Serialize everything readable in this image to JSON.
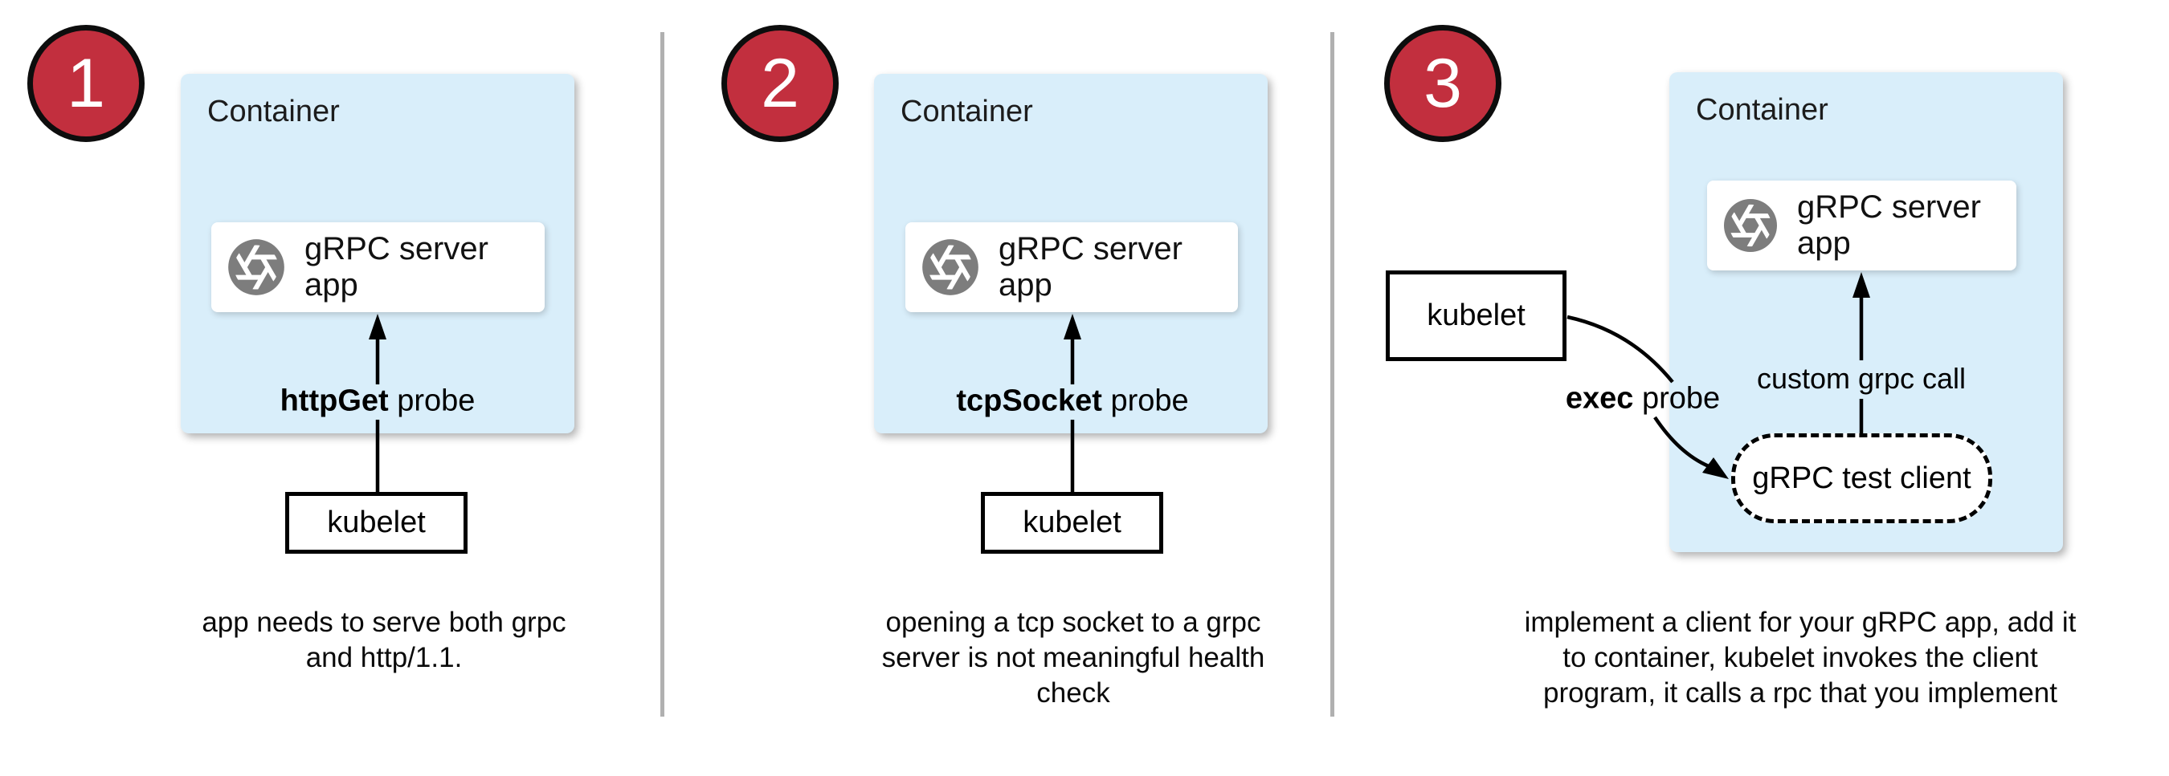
{
  "colors": {
    "container_fill": "#d9eefa",
    "circle_fill": "#c22f3e",
    "icon_gray": "#7d7d7d",
    "divider": "#b0b0b0"
  },
  "panels": [
    {
      "number": "1",
      "container_label": "Container",
      "app_label": "gRPC server app",
      "probe_bold": "httpGet",
      "probe_rest": " probe",
      "kubelet_label": "kubelet",
      "caption": "app needs to serve both grpc\nand http/1.1."
    },
    {
      "number": "2",
      "container_label": "Container",
      "app_label": "gRPC server app",
      "probe_bold": "tcpSocket",
      "probe_rest": " probe",
      "kubelet_label": "kubelet",
      "caption": "opening a tcp socket to a grpc\nserver is not meaningful health\ncheck"
    },
    {
      "number": "3",
      "container_label": "Container",
      "app_label": "gRPC server app",
      "probe_bold": "exec",
      "probe_rest": " probe",
      "kubelet_label": "kubelet",
      "call_label": "custom grpc call",
      "client_label": "gRPC test client",
      "caption": "implement a client for your gRPC app, add it\nto container, kubelet invokes the client\nprogram, it calls a rpc that you implement"
    }
  ]
}
